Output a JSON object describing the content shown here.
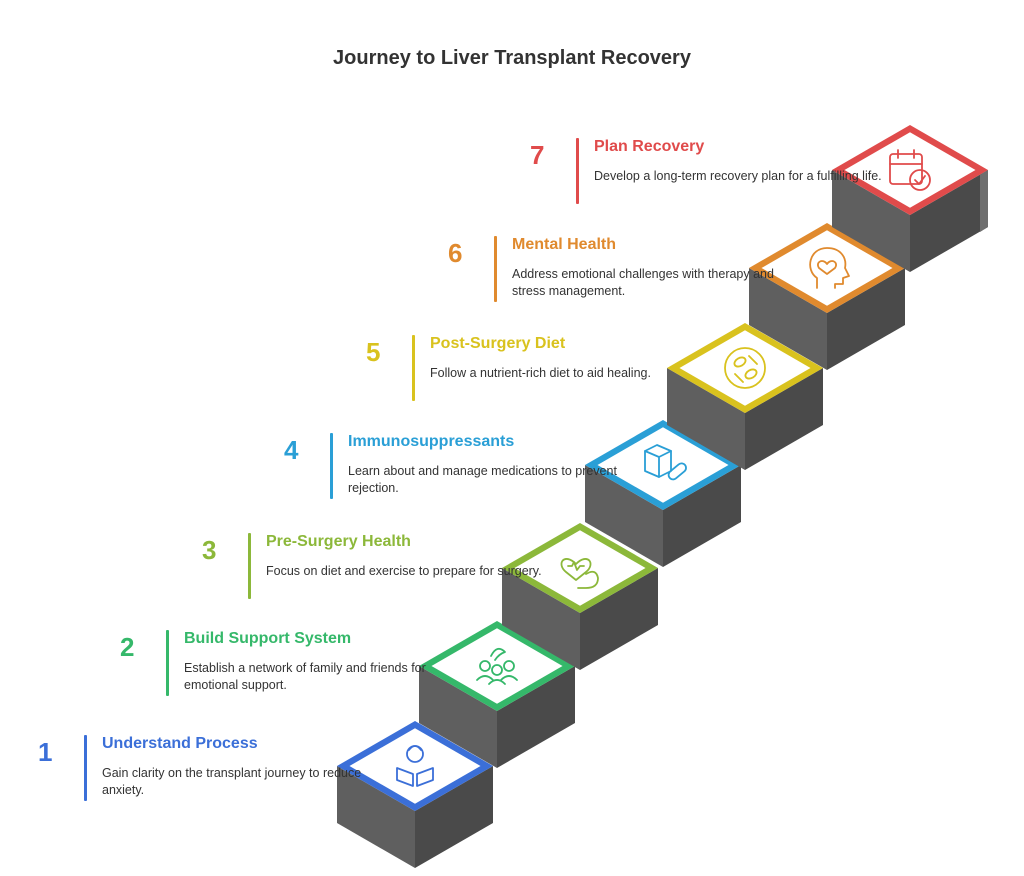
{
  "title": "Journey to Liver Transplant Recovery",
  "steps": [
    {
      "number": "1",
      "title": "Understand Process",
      "description": "Gain clarity on the transplant journey to reduce anxiety.",
      "color": "#3b6fd8",
      "icon": "reading-person-icon"
    },
    {
      "number": "2",
      "title": "Build Support System",
      "description": "Establish a network of family and friends for emotional support.",
      "color": "#35b86a",
      "icon": "people-group-icon"
    },
    {
      "number": "3",
      "title": "Pre-Surgery Health",
      "description": "Focus on diet and exercise to prepare for surgery.",
      "color": "#8cb83a",
      "icon": "heart-arm-icon"
    },
    {
      "number": "4",
      "title": "Immunosuppressants",
      "description": "Learn about and manage medications to prevent rejection.",
      "color": "#2a9fd6",
      "icon": "medicine-icon"
    },
    {
      "number": "5",
      "title": "Post-Surgery Diet",
      "description": "Follow a nutrient-rich diet to aid healing.",
      "color": "#d9c21e",
      "icon": "food-plate-icon"
    },
    {
      "number": "6",
      "title": "Mental Health",
      "description": "Address emotional challenges with therapy and stress management.",
      "color": "#e08a2e",
      "icon": "head-heart-icon"
    },
    {
      "number": "7",
      "title": "Plan Recovery",
      "description": "Develop a long-term recovery plan for a fulfilling life.",
      "color": "#e04b4b",
      "icon": "calendar-check-icon"
    }
  ]
}
